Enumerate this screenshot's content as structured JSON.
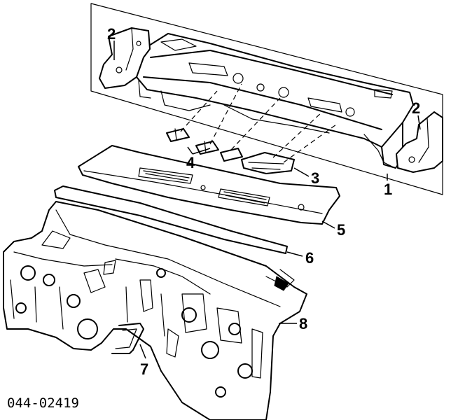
{
  "diagram": {
    "callouts": [
      "1",
      "2",
      "2",
      "3",
      "4",
      "5",
      "6",
      "7",
      "8"
    ],
    "part_code": "044-02419",
    "colors": {
      "ink": "#000000",
      "paper": "#ffffff"
    }
  }
}
